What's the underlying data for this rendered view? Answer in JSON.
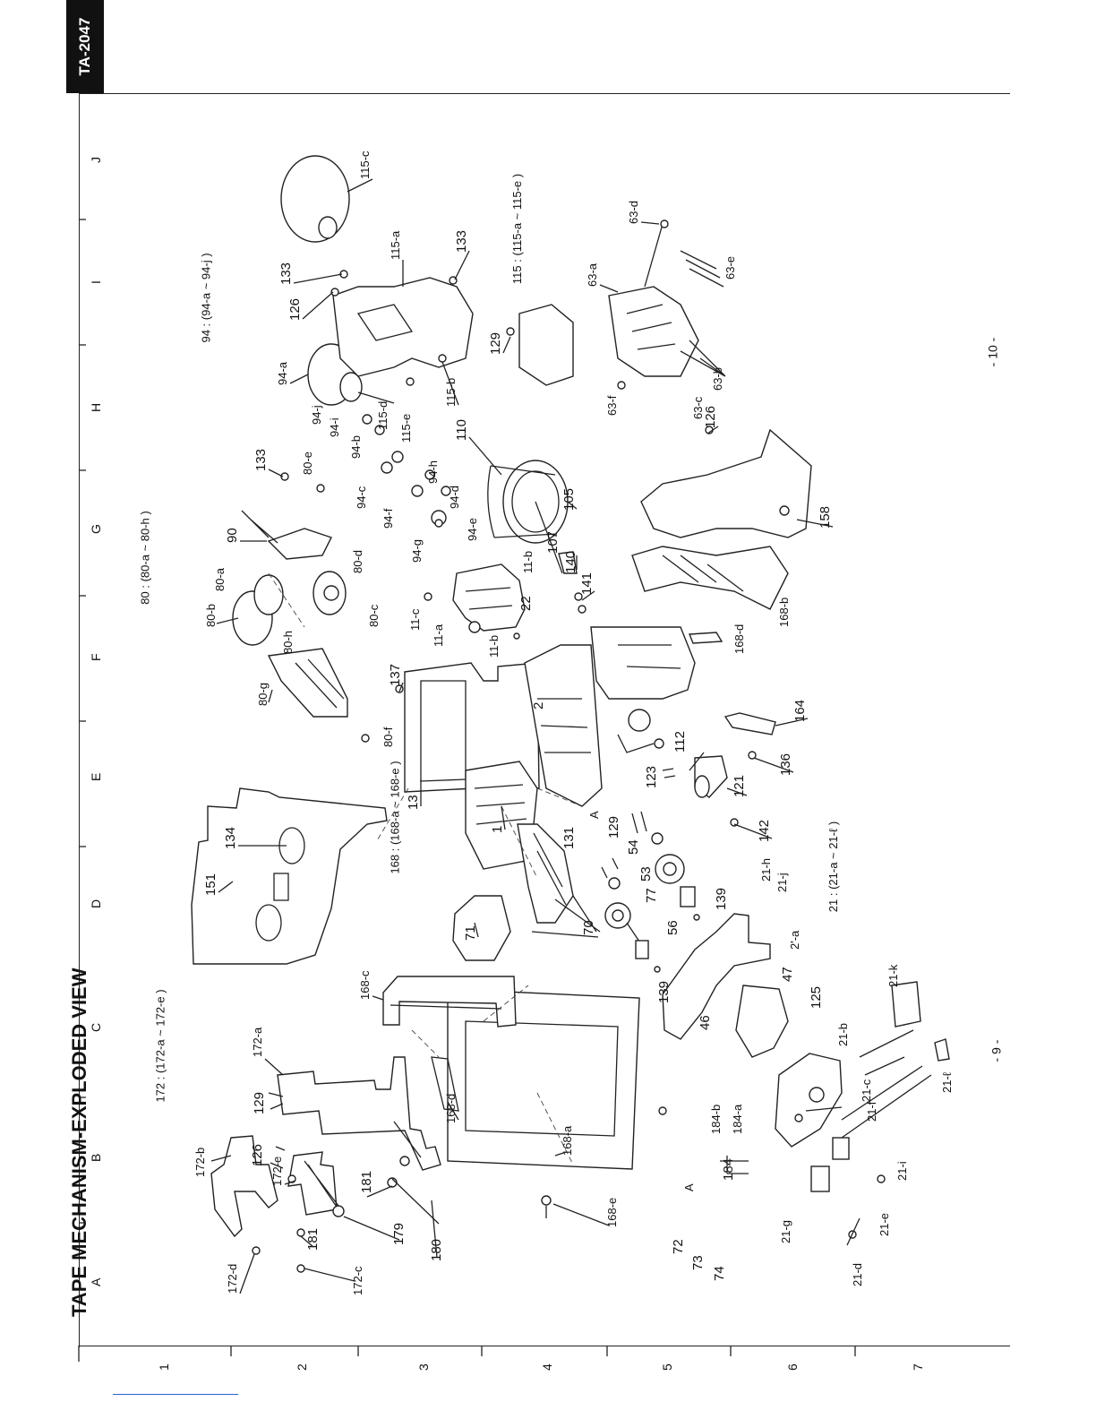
{
  "model": "TA-2047",
  "title": "TAPE MECHANISM-EXPLODED VIEW",
  "page_numbers": [
    "- 9 -",
    "- 10 -"
  ],
  "grid_columns": [
    "A",
    "B",
    "C",
    "D",
    "E",
    "F",
    "G",
    "H",
    "I",
    "J"
  ],
  "grid_rows": [
    "1",
    "2",
    "3",
    "4",
    "5",
    "6",
    "7"
  ],
  "groups": {
    "g172": "172 : (172-a ~ 172-e )",
    "g168": "168 : (168-a ~ 168-e )",
    "g80": "80 : (80-a ~ 80-h )",
    "g94": "94 : (94-a ~ 94-j )",
    "g115": "115 : (115-a ~ 115-e )",
    "g21": "21 : (21-a ~ 21-ℓ )"
  },
  "parts": {
    "p172b": "172-b",
    "p172a": "172-a",
    "p129a": "129",
    "p126a": "126",
    "p172e": "172-e",
    "p181a": "181",
    "p181b": "181",
    "p179": "179",
    "p180": "180",
    "p172d": "172-d",
    "p172c": "172-c",
    "p168c": "168-c",
    "p168d_a": "168-d",
    "p168a": "168-a",
    "p168e": "168-e",
    "p184": "184",
    "p184b": "184-b",
    "p184a": "184-a",
    "p72": "72",
    "p73": "73",
    "p74": "74",
    "pA1": "A",
    "p151": "151",
    "p134": "134",
    "p71": "71",
    "p70": "70",
    "p77": "77",
    "p56": "56",
    "p139a": "139",
    "p139b": "139",
    "p53": "53",
    "p54": "54",
    "p129b": "129",
    "p131": "131",
    "pA2": "A",
    "p21h": "21-h",
    "p21j": "21-j",
    "p21a2": "2'-a",
    "p47": "47",
    "p46": "46",
    "p125": "125",
    "p21b": "21-b",
    "p21c": "21-c",
    "p21f": "21-f",
    "p21i": "21-i",
    "p21g": "21-g",
    "p21e": "21-e",
    "p21d": "21-d",
    "p21k": "21-k",
    "p21l": "21-ℓ",
    "p13": "13",
    "p1": "1",
    "p2": "2",
    "p123": "123",
    "p121": "121",
    "p142": "142",
    "p112": "112",
    "p136": "136",
    "p164": "164",
    "p137": "137",
    "p80f": "80-f",
    "p80g": "80-g",
    "p80h": "80-h",
    "p80b": "80-b",
    "p80c": "80-c",
    "p80d": "80-d",
    "p80a": "80-a",
    "p90": "90",
    "p80e": "80-e",
    "p133a": "133",
    "p11c": "11-c",
    "p11a": "11-a",
    "p11b1": "11-b",
    "p11b2": "11-b",
    "p22": "22",
    "p141": "141",
    "p140": "140",
    "p107": "107",
    "p105": "105",
    "p110": "110",
    "p168d_b": "168-d",
    "p168b": "168-b",
    "p158": "158",
    "p126c": "126",
    "p94g": "94-g",
    "p94f": "94-f",
    "p94c": "94-c",
    "p94e": "94-e",
    "p94d": "94-d",
    "p94h": "94-h",
    "p94b": "94-b",
    "p94i": "94-i",
    "p94j": "94-j",
    "p94a": "94-a",
    "p115d": "115-d",
    "p115e": "115-e",
    "p115b": "115-b",
    "p115a": "115-a",
    "p115c": "115-c",
    "p126b": "126",
    "p133b": "133",
    "p133c": "133",
    "p129c": "129",
    "p63a": "63-a",
    "p63d": "63-d",
    "p63e": "63-e",
    "p63b": "63-b",
    "p63c": "63-c",
    "p63f": "63-f"
  }
}
